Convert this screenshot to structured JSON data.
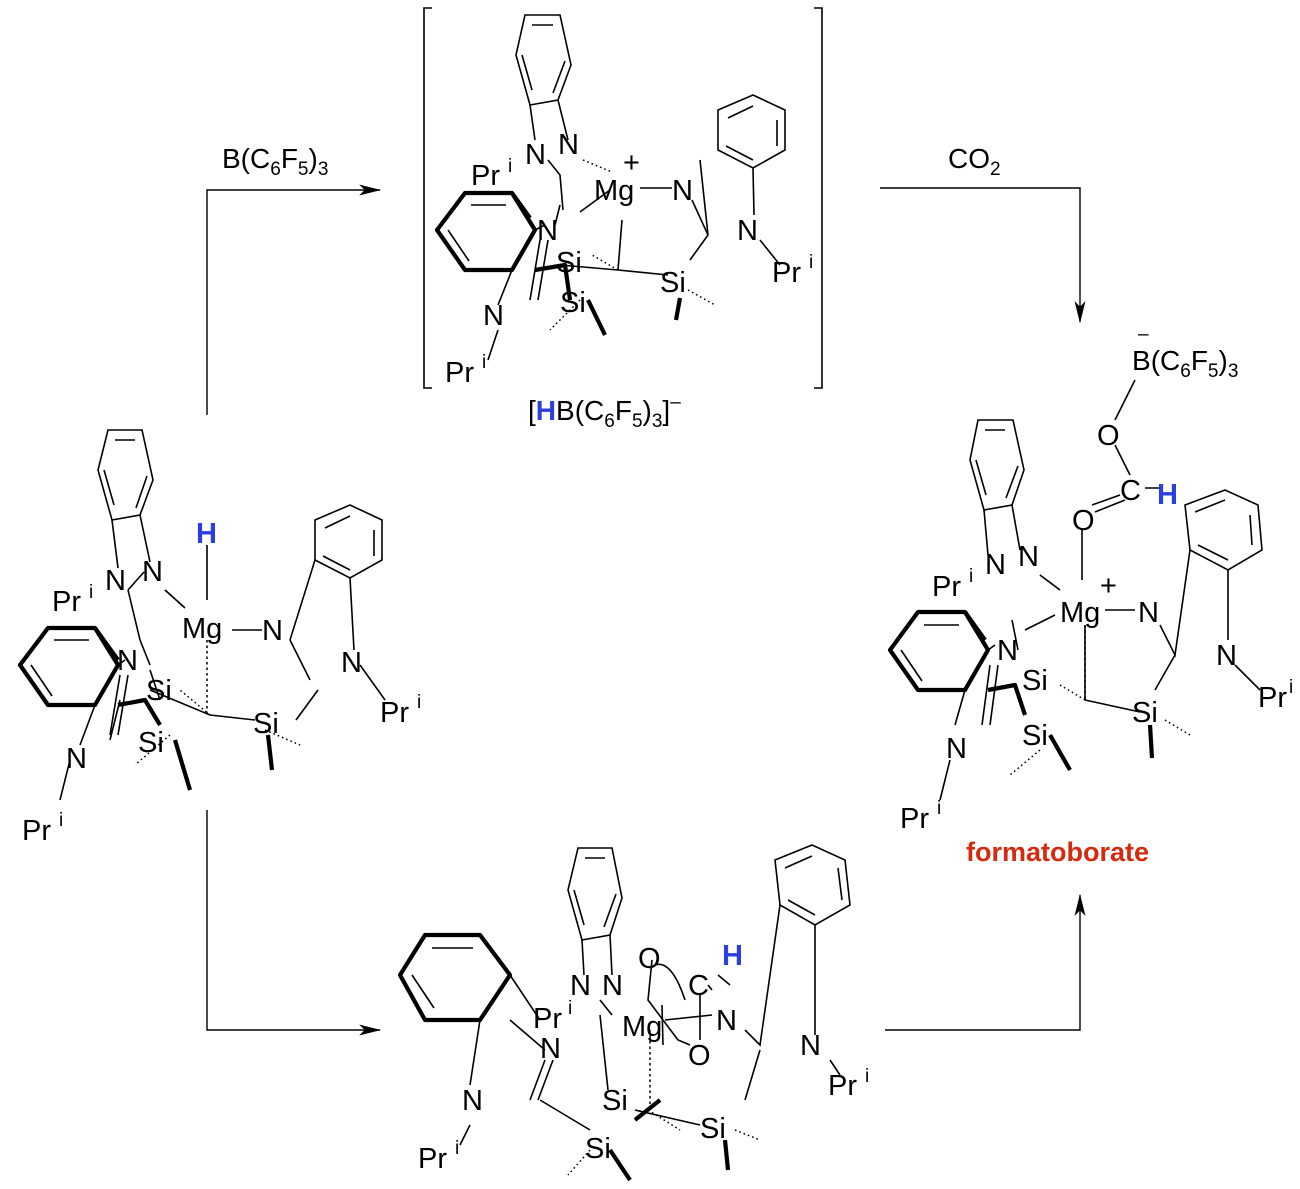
{
  "colors": {
    "hydride": "#2b3fe0",
    "product_label": "#d42a0e"
  },
  "reagents": {
    "top_left": {
      "main": "B(C",
      "s1": "6",
      "m2": "F",
      "s2": "5",
      "m3": ")",
      "s3": "3"
    },
    "top_right": {
      "main": "CO",
      "s1": "2"
    }
  },
  "counterion": {
    "open": "[",
    "h": "H",
    "main": "B(C",
    "s1": "6",
    "m2": "F",
    "s2": "5",
    "m3": ")",
    "s3": "3",
    "close": "]",
    "charge": "–"
  },
  "atoms": {
    "mg": "Mg",
    "n": "N",
    "si": "Si",
    "pr": "Pr",
    "pr_sup": "i",
    "h": "H",
    "o": "O",
    "c": "C",
    "b": "B",
    "plus": "+",
    "minus": "–"
  },
  "borate": {
    "b": "B",
    "minus": "–",
    "main": "(C",
    "s1": "6",
    "m2": "F",
    "s2": "5",
    "m3": ")",
    "s3": "3"
  },
  "product_label": "formatoborate"
}
